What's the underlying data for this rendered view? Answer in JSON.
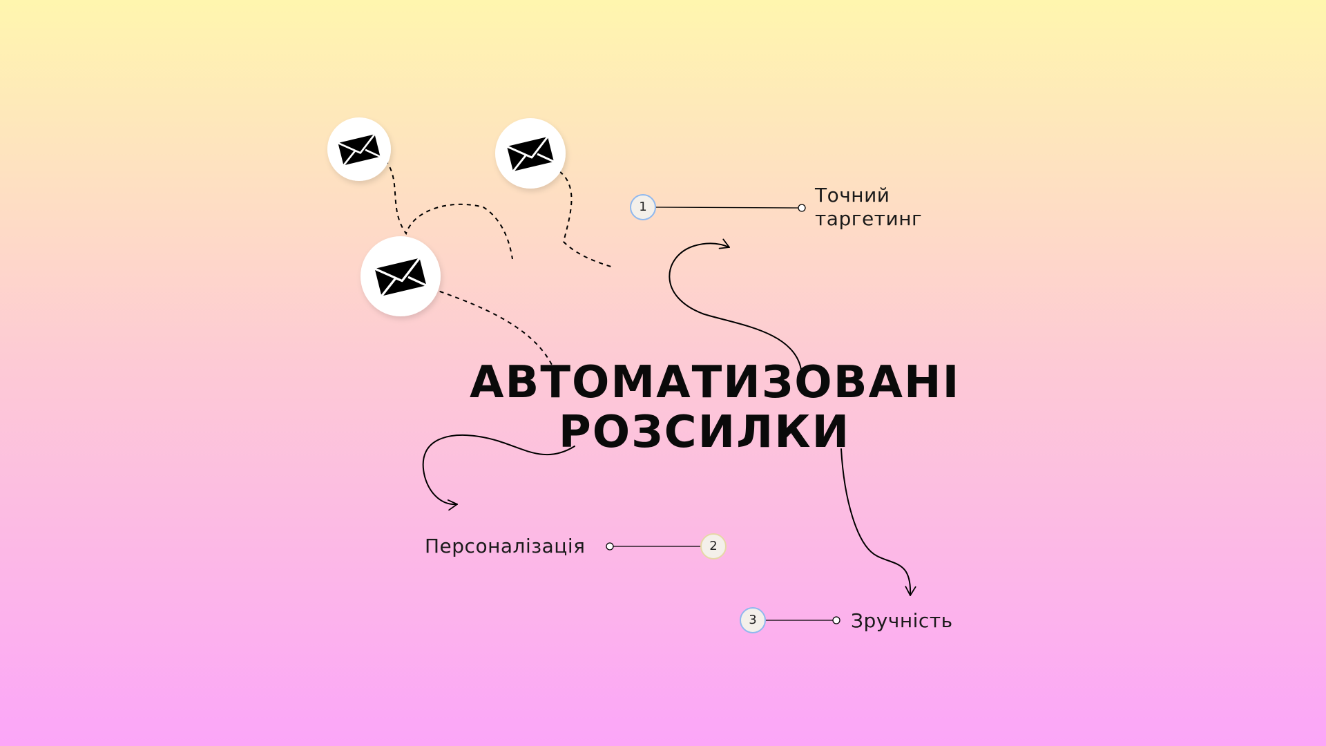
{
  "colors": {
    "gradient_top": "#fff6ae",
    "gradient_middle": "#fdc9d6",
    "gradient_bottom": "#fba6f8",
    "text": "#0a0a0a",
    "circle_fill": "#ffffff",
    "badge_border": "#8fb8ee"
  },
  "title": {
    "line1": "АВТОМАТИЗОВАНІ",
    "line2": "РОЗСИЛКИ"
  },
  "icons": [
    "envelope-icon",
    "envelope-icon",
    "envelope-icon"
  ],
  "items": [
    {
      "number": "1",
      "label_line1": "Точний",
      "label_line2": "таргетинг"
    },
    {
      "number": "2",
      "label": "Персоналізація"
    },
    {
      "number": "3",
      "label": "Зручність"
    }
  ]
}
